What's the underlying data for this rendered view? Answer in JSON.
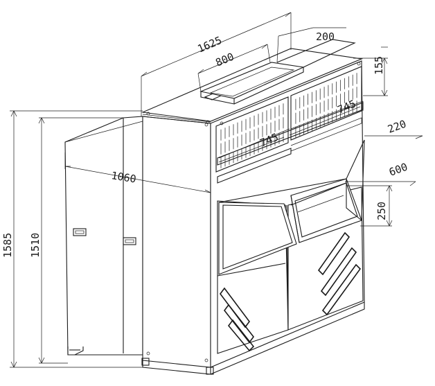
{
  "dimensions": {
    "overall_width": "1625",
    "top_outlet_length": "800",
    "top_outlet_width": "200",
    "top_height": "155",
    "grille_width_right": "745",
    "grille_width_left": "745",
    "side_depth": "1060",
    "front_outlet_depth": "220",
    "front_outlet_width": "600",
    "front_outlet_height": "250",
    "overall_height": "1585",
    "body_height": "1510"
  }
}
